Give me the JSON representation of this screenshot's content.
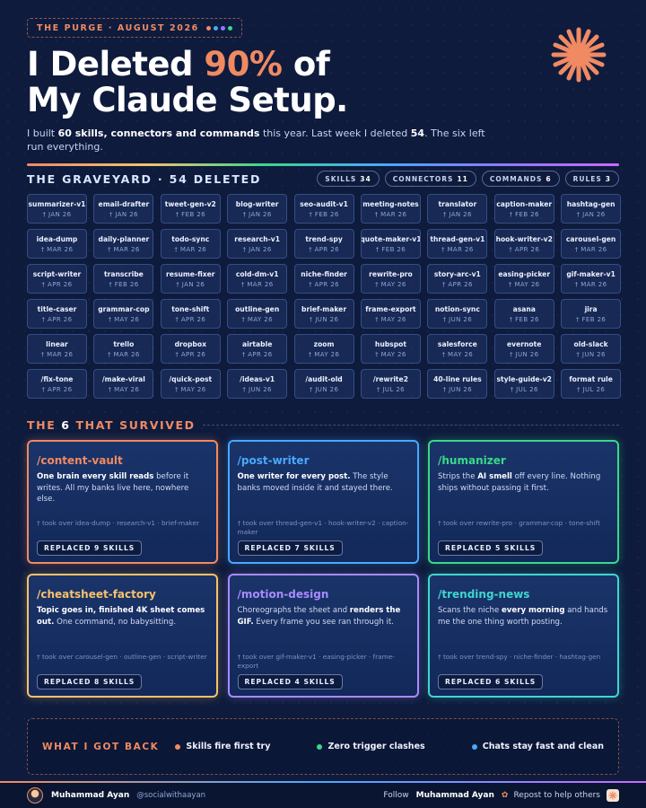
{
  "header": {
    "kicker": "THE PURGE · AUGUST 2026",
    "kicker_dot_colors": [
      "#f08a62",
      "#4aa8ff",
      "#8b7bff",
      "#39d98a"
    ],
    "title_line1_pre": "I Deleted ",
    "title_line1_accent": "90%",
    "title_line1_post": " of",
    "title_line2": "My Claude Setup.",
    "subtitle_1": "I built ",
    "subtitle_b1": "60 skills, connectors and commands",
    "subtitle_2": " this year. Last week I deleted ",
    "subtitle_b2": "54",
    "subtitle_3": ". The six left run everything.",
    "star_icon": "asterisk-star-icon",
    "accent_color": "#f08a62"
  },
  "graveyard": {
    "title": "THE GRAVEYARD · 54 DELETED",
    "pills": [
      {
        "label": "SKILLS",
        "count": "34"
      },
      {
        "label": "CONNECTORS",
        "count": "11"
      },
      {
        "label": "COMMANDS",
        "count": "6"
      },
      {
        "label": "RULES",
        "count": "3"
      }
    ],
    "tiles": [
      {
        "name": "summarizer-v1",
        "date": "† JAN 26"
      },
      {
        "name": "email-drafter",
        "date": "† JAN 26"
      },
      {
        "name": "tweet-gen-v2",
        "date": "† FEB 26"
      },
      {
        "name": "blog-writer",
        "date": "† JAN 26"
      },
      {
        "name": "seo-audit-v1",
        "date": "† FEB 26"
      },
      {
        "name": "meeting-notes",
        "date": "† MAR 26"
      },
      {
        "name": "translator",
        "date": "† JAN 26"
      },
      {
        "name": "caption-maker",
        "date": "† FEB 26"
      },
      {
        "name": "hashtag-gen",
        "date": "† JAN 26"
      },
      {
        "name": "idea-dump",
        "date": "† MAR 26"
      },
      {
        "name": "daily-planner",
        "date": "† MAR 26"
      },
      {
        "name": "todo-sync",
        "date": "† MAR 26"
      },
      {
        "name": "research-v1",
        "date": "† JAN 26"
      },
      {
        "name": "trend-spy",
        "date": "† APR 26"
      },
      {
        "name": "quote-maker-v1",
        "date": "† FEB 26"
      },
      {
        "name": "thread-gen-v1",
        "date": "† MAR 26"
      },
      {
        "name": "hook-writer-v2",
        "date": "† APR 26"
      },
      {
        "name": "carousel-gen",
        "date": "† MAR 26"
      },
      {
        "name": "script-writer",
        "date": "† APR 26"
      },
      {
        "name": "transcribe",
        "date": "† FEB 26"
      },
      {
        "name": "resume-fixer",
        "date": "† JAN 26"
      },
      {
        "name": "cold-dm-v1",
        "date": "† MAR 26"
      },
      {
        "name": "niche-finder",
        "date": "† APR 26"
      },
      {
        "name": "rewrite-pro",
        "date": "† MAY 26"
      },
      {
        "name": "story-arc-v1",
        "date": "† APR 26"
      },
      {
        "name": "easing-picker",
        "date": "† MAY 26"
      },
      {
        "name": "gif-maker-v1",
        "date": "† MAR 26"
      },
      {
        "name": "title-caser",
        "date": "† APR 26"
      },
      {
        "name": "grammar-cop",
        "date": "† MAY 26"
      },
      {
        "name": "tone-shift",
        "date": "† APR 26"
      },
      {
        "name": "outline-gen",
        "date": "† MAY 26"
      },
      {
        "name": "brief-maker",
        "date": "† JUN 26"
      },
      {
        "name": "frame-export",
        "date": "† MAY 26"
      },
      {
        "name": "notion-sync",
        "date": "† JUN 26"
      },
      {
        "name": "asana",
        "date": "† FEB 26"
      },
      {
        "name": "jira",
        "date": "† FEB 26"
      },
      {
        "name": "linear",
        "date": "† MAR 26"
      },
      {
        "name": "trello",
        "date": "† MAR 26"
      },
      {
        "name": "dropbox",
        "date": "† APR 26"
      },
      {
        "name": "airtable",
        "date": "† APR 26"
      },
      {
        "name": "zoom",
        "date": "† MAY 26"
      },
      {
        "name": "hubspot",
        "date": "† MAY 26"
      },
      {
        "name": "salesforce",
        "date": "† MAY 26"
      },
      {
        "name": "evernote",
        "date": "† JUN 26"
      },
      {
        "name": "old-slack",
        "date": "† JUN 26"
      },
      {
        "name": "/fix-tone",
        "date": "† APR 26"
      },
      {
        "name": "/make-viral",
        "date": "† MAY 26"
      },
      {
        "name": "/quick-post",
        "date": "† MAY 26"
      },
      {
        "name": "/ideas-v1",
        "date": "† JUN 26"
      },
      {
        "name": "/audit-old",
        "date": "† JUN 26"
      },
      {
        "name": "/rewrite2",
        "date": "† JUL 26"
      },
      {
        "name": "40-line rules",
        "date": "† JUN 26"
      },
      {
        "name": "style-guide-v2",
        "date": "† JUL 26"
      },
      {
        "name": "format rule",
        "date": "† JUL 26"
      }
    ]
  },
  "survived": {
    "title_pre": "THE ",
    "title_num": "6",
    "title_post": " THAT SURVIVED",
    "cards": [
      {
        "title": "/content-vault",
        "color": "#f08a62",
        "desc_b": "One brain every skill reads",
        "desc": " before it writes. All my banks live here, nowhere else.",
        "took": "† took over idea-dump · research-v1 · brief-maker",
        "replaced": "REPLACED 9 SKILLS"
      },
      {
        "title": "/post-writer",
        "color": "#4aa8ff",
        "desc_b": "One writer for every post.",
        "desc": " The style banks moved inside it and stayed there.",
        "took": "† took over thread-gen-v1 · hook-writer-v2 · caption-maker",
        "replaced": "REPLACED 7 SKILLS"
      },
      {
        "title": "/humanizer",
        "color": "#39d98a",
        "desc_pre": "Strips the ",
        "desc_b": "AI smell",
        "desc": " off every line. Nothing ships without passing it first.",
        "took": "† took over rewrite-pro · grammar-cop · tone-shift",
        "replaced": "REPLACED 5 SKILLS"
      },
      {
        "title": "/cheatsheet-factory",
        "color": "#f6c26b",
        "desc_b": "Topic goes in, finished 4K sheet comes out.",
        "desc": " One command, no babysitting.",
        "took": "† took over carousel-gen · outline-gen · script-writer",
        "replaced": "REPLACED 8 SKILLS"
      },
      {
        "title": "/motion-design",
        "color": "#a88bff",
        "desc_pre": "Choreographs the sheet and ",
        "desc_b": "renders the GIF.",
        "desc": " Every frame you see ran through it.",
        "took": "† took over gif-maker-v1 · easing-picker · frame-export",
        "replaced": "REPLACED 4 SKILLS"
      },
      {
        "title": "/trending-news",
        "color": "#3fd6d0",
        "desc_pre": "Scans the niche ",
        "desc_b": "every morning",
        "desc": " and hands me the one thing worth posting.",
        "took": "† took over trend-spy · niche-finder · hashtag-gen",
        "replaced": "REPLACED 6 SKILLS"
      }
    ]
  },
  "back": {
    "title": "WHAT I GOT BACK",
    "items": [
      {
        "label": "Skills fire first try",
        "color": "#f08a62"
      },
      {
        "label": "Zero trigger clashes",
        "color": "#39d98a"
      },
      {
        "label": "Chats stay fast and clean",
        "color": "#4aa8ff"
      }
    ]
  },
  "footer": {
    "name": "Muhammad Ayan",
    "handle": "@socialwithaayan",
    "follow": "Follow",
    "name2": "Muhammad Ayan",
    "repost": "Repost to help others",
    "repost_icon": "repost-icon"
  }
}
